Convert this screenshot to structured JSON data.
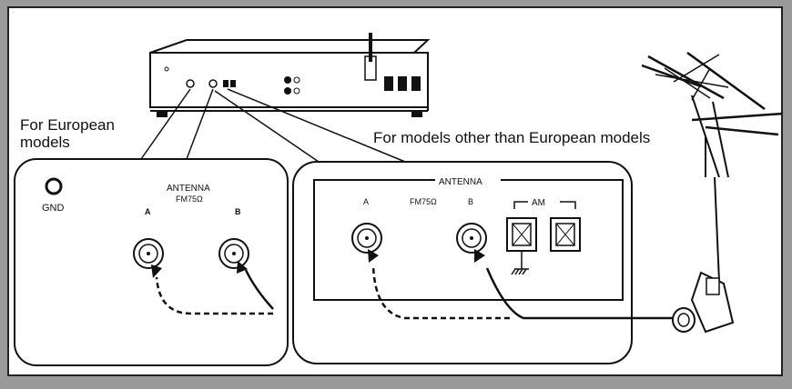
{
  "labels": {
    "european_caption": [
      "For European",
      "models"
    ],
    "other_caption": "For models other than European models",
    "eu_panel": {
      "gnd": "GND",
      "antenna": "ANTENNA",
      "fm": "FM75Ω",
      "jack_a": "A",
      "jack_b": "B"
    },
    "other_panel": {
      "antenna": "ANTENNA",
      "fm": "FM75Ω",
      "jack_a": "A",
      "jack_b": "B",
      "am": "AM"
    }
  }
}
